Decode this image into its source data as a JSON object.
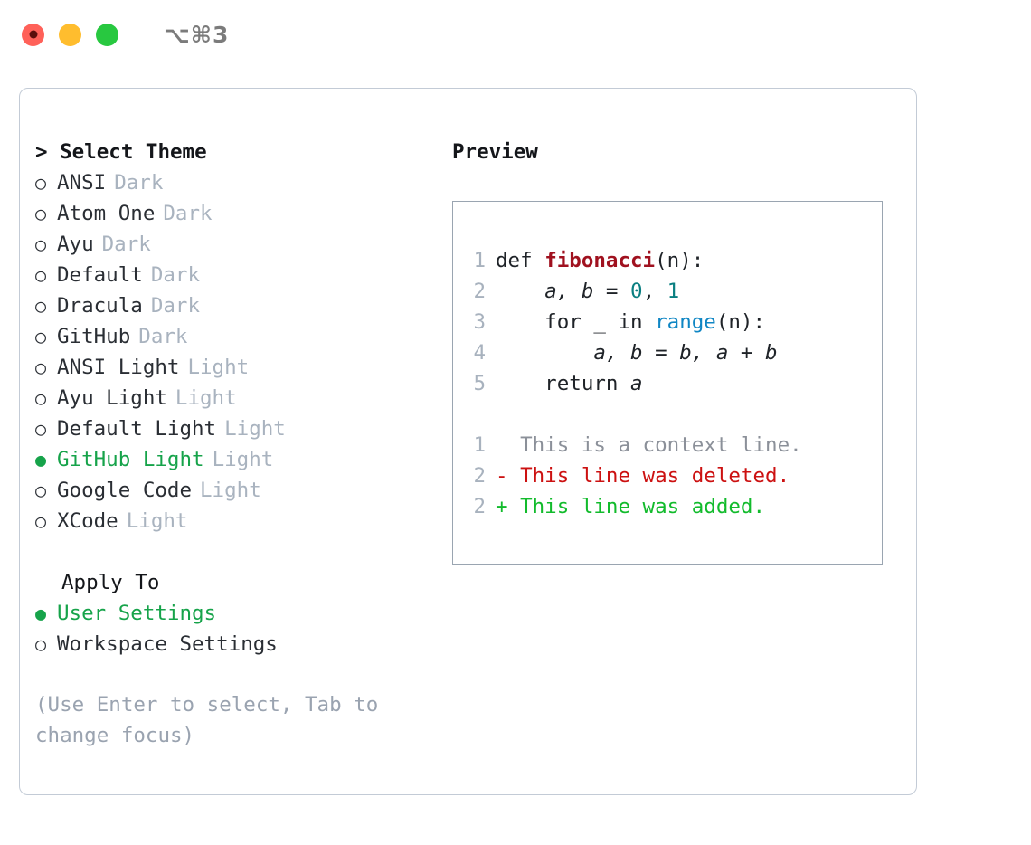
{
  "titlebar": {
    "shortcut": "⌥⌘3",
    "buttons": [
      {
        "name": "close",
        "color": "#ff6159"
      },
      {
        "name": "minimize",
        "color": "#ffbd2e"
      },
      {
        "name": "maximize",
        "color": "#28c840"
      }
    ]
  },
  "theme_picker": {
    "heading": "> Select Theme",
    "items": [
      {
        "bullet": "○",
        "label": "ANSI",
        "tag": "Dark",
        "selected": false
      },
      {
        "bullet": "○",
        "label": "Atom One",
        "tag": "Dark",
        "selected": false
      },
      {
        "bullet": "○",
        "label": "Ayu",
        "tag": "Dark",
        "selected": false
      },
      {
        "bullet": "○",
        "label": "Default",
        "tag": "Dark",
        "selected": false
      },
      {
        "bullet": "○",
        "label": "Dracula",
        "tag": "Dark",
        "selected": false
      },
      {
        "bullet": "○",
        "label": "GitHub",
        "tag": "Dark",
        "selected": false
      },
      {
        "bullet": "○",
        "label": "ANSI Light",
        "tag": "Light",
        "selected": false
      },
      {
        "bullet": "○",
        "label": "Ayu Light",
        "tag": "Light",
        "selected": false
      },
      {
        "bullet": "○",
        "label": "Default Light",
        "tag": "Light",
        "selected": false
      },
      {
        "bullet": "●",
        "label": "GitHub Light",
        "tag": "Light",
        "selected": true
      },
      {
        "bullet": "○",
        "label": "Google Code",
        "tag": "Light",
        "selected": false
      },
      {
        "bullet": "○",
        "label": "XCode",
        "tag": "Light",
        "selected": false
      }
    ]
  },
  "apply_to": {
    "heading": "Apply To",
    "items": [
      {
        "bullet": "●",
        "label": "User Settings",
        "selected": true
      },
      {
        "bullet": "○",
        "label": "Workspace Settings",
        "selected": false
      }
    ]
  },
  "hint": "(Use Enter to select, Tab to change focus)",
  "preview": {
    "heading": "Preview",
    "code_lines": [
      {
        "lineno": "1",
        "tokens": [
          {
            "text": "def ",
            "style": "plain"
          },
          {
            "text": "fibonacci",
            "style": "func"
          },
          {
            "text": "(n):",
            "style": "plain"
          }
        ]
      },
      {
        "lineno": "2",
        "tokens": [
          {
            "text": "    ",
            "style": "plain"
          },
          {
            "text": "a, b",
            "style": "var"
          },
          {
            "text": " = ",
            "style": "plain"
          },
          {
            "text": "0",
            "style": "num"
          },
          {
            "text": ", ",
            "style": "plain"
          },
          {
            "text": "1",
            "style": "num"
          }
        ]
      },
      {
        "lineno": "3",
        "tokens": [
          {
            "text": "    for _ in ",
            "style": "plain"
          },
          {
            "text": "range",
            "style": "builtin"
          },
          {
            "text": "(n):",
            "style": "plain"
          }
        ]
      },
      {
        "lineno": "4",
        "tokens": [
          {
            "text": "        ",
            "style": "plain"
          },
          {
            "text": "a, b",
            "style": "var"
          },
          {
            "text": " = ",
            "style": "plain"
          },
          {
            "text": "b, a + b",
            "style": "var"
          }
        ]
      },
      {
        "lineno": "5",
        "tokens": [
          {
            "text": "    return ",
            "style": "plain"
          },
          {
            "text": "a",
            "style": "var"
          }
        ]
      }
    ],
    "diff_lines": [
      {
        "lineno": "1",
        "marker": "  ",
        "text": "This is a context line.",
        "kind": "ctx"
      },
      {
        "lineno": "2",
        "marker": "- ",
        "text": "This line was deleted.",
        "kind": "del"
      },
      {
        "lineno": "2",
        "marker": "+ ",
        "text": "This line was added.",
        "kind": "add"
      }
    ]
  },
  "colors": {
    "accent_green": "#16a34a",
    "muted": "#a9b3bf",
    "text": "#2a2e34",
    "border": "#c3cbd6",
    "preview_border": "#9aa5b1",
    "diff_add": "#12bb2c",
    "diff_del": "#cc1111",
    "func": "#a0111f",
    "number": "#0a7f81",
    "builtin": "#0f86c4"
  }
}
